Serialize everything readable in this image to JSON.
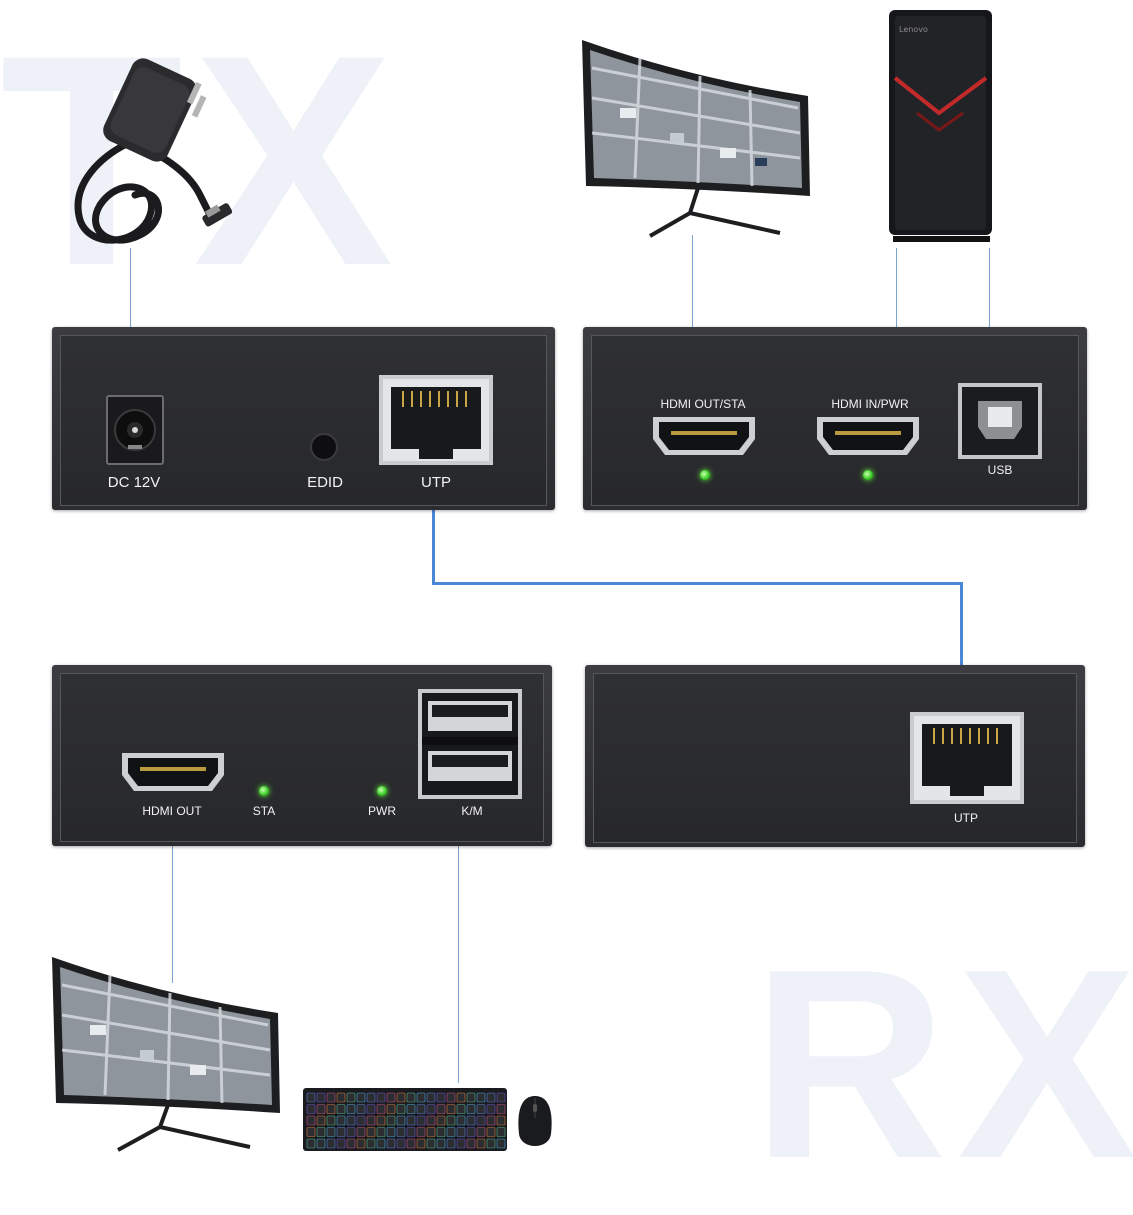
{
  "watermarks": {
    "tx": "TX",
    "rx": "RX"
  },
  "tx_unit": {
    "labels": {
      "dc": "DC 12V",
      "edid": "EDID",
      "utp": "UTP"
    }
  },
  "pc_unit": {
    "labels": {
      "hdmi_out_sta": "HDMI OUT/STA",
      "hdmi_in_pwr": "HDMI IN/PWR",
      "usb": "USB"
    }
  },
  "rx_unit": {
    "labels": {
      "hdmi_out": "HDMI OUT",
      "sta": "STA",
      "pwr": "PWR",
      "km": "K/M"
    }
  },
  "rx_utp_unit": {
    "labels": {
      "utp": "UTP"
    }
  },
  "devices": {
    "pc_brand": "Lenovo"
  },
  "colors": {
    "cable": "#4a88d6",
    "panel": "#2e2f32",
    "led": "#3ecf2a"
  }
}
